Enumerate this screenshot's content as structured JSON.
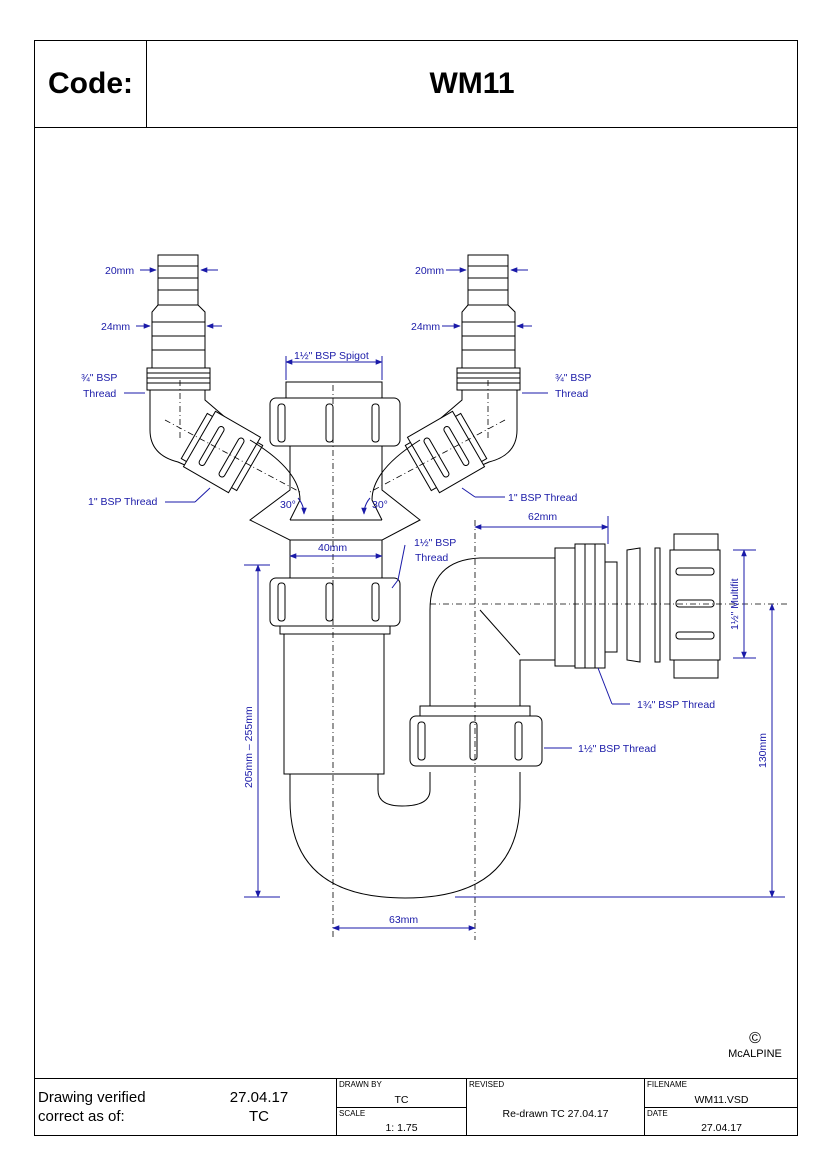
{
  "header": {
    "code_label": "Code:",
    "code_value": "WM11"
  },
  "labels": {
    "hose_20_left": "20mm",
    "hose_24_left": "24mm",
    "bsp34_left_1": "¾\" BSP",
    "bsp34_left_2": "Thread",
    "hose_20_right": "20mm",
    "hose_24_right": "24mm",
    "bsp34_right_1": "¾\" BSP",
    "bsp34_right_2": "Thread",
    "spigot": "1½\" BSP Spigot",
    "bsp1_left": "1\" BSP Thread",
    "bsp1_right": "1\" BSP Thread",
    "angle_left": "30°",
    "angle_right": "30°",
    "width_40": "40mm",
    "bsp112_thread_1": "1½\" BSP",
    "bsp112_thread_2": "Thread",
    "width_62": "62mm",
    "multifit": "1½\" Multifit",
    "bsp134": "1¾\" BSP Thread",
    "bsp112_lower": "1½\" BSP Thread",
    "height_range": "205mm – 255mm",
    "height_130": "130mm",
    "width_63": "63mm"
  },
  "copyright": {
    "symbol": "©",
    "company": "McALPINE"
  },
  "footer": {
    "verified_line1": "Drawing verified",
    "verified_line2": "correct as of:",
    "verified_date": "27.04.17",
    "verified_by": "TC",
    "drawn_by_label": "DRAWN BY",
    "drawn_by": "TC",
    "scale_label": "SCALE",
    "scale": "1: 1.75",
    "revised_label": "REVISED",
    "revised": "Re-drawn TC 27.04.17",
    "filename_label": "FILENAME",
    "filename": "WM11.VSD",
    "date_label": "DATE",
    "date": "27.04.17"
  },
  "colors": {
    "dimension": "#1a1aa8",
    "line": "#000000"
  }
}
